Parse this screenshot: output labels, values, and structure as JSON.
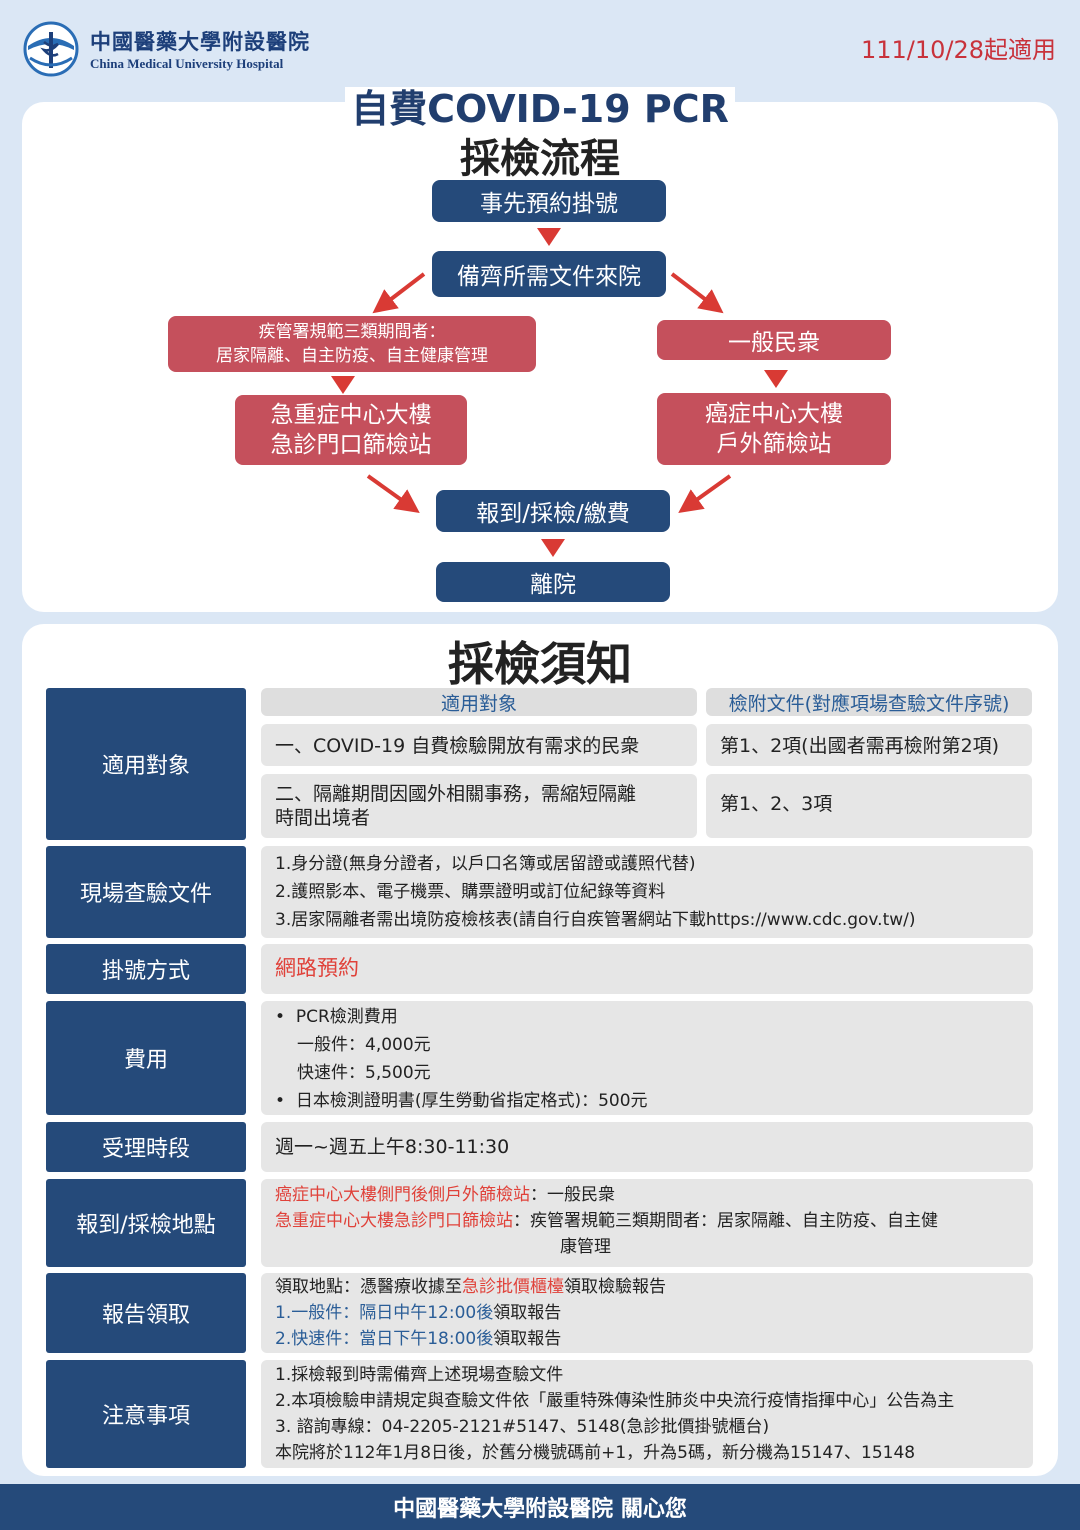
{
  "header": {
    "hospital_cn": "中國醫藥大學附設醫院",
    "hospital_en": "China Medical University Hospital",
    "effective_date": "111/10/28起適用"
  },
  "flow": {
    "title_line1": "自費COVID-19 PCR",
    "title_line2": "採檢流程",
    "step1": "事先預約掛號",
    "step2": "備齊所需文件來院",
    "left_group_line1": "疾管署規範三類期間者：",
    "left_group_line2": "居家隔離、自主防疫、自主健康管理",
    "left_site_line1": "急重症中心大樓",
    "left_site_line2": "急診門口篩檢站",
    "right_group": "一般民衆",
    "right_site_line1": "癌症中心大樓",
    "right_site_line2": "戶外篩檢站",
    "step3": "報到/採檢/繳費",
    "step4": "離院"
  },
  "notice": {
    "title": "採檢須知",
    "rows": {
      "target": {
        "label": "適用對象",
        "col1_header": "適用對象",
        "col2_header": "檢附文件(對應項場查驗文件序號)",
        "item1": "一、COVID-19 自費檢驗開放有需求的民衆",
        "item1_docs": "第1、2項(出國者需再檢附第2項)",
        "item2_line1": "二、隔離期間因國外相關事務，需縮短隔離",
        "item2_line2": "時間出境者",
        "item2_docs": "第1、2、3項"
      },
      "documents": {
        "label": "現場查驗文件",
        "line1": "1.身分證(無身分證者，以戶口名簿或居留證或護照代替)",
        "line2": "2.護照影本、電子機票、購票證明或訂位紀錄等資料",
        "line3": "3.居家隔離者需出境防疫檢核表(請自行自疾管署網站下載https://www.cdc.gov.tw/)"
      },
      "registration": {
        "label": "掛號方式",
        "value": "網路預約"
      },
      "fee": {
        "label": "費用",
        "line1": "PCR檢測費用",
        "line2": "一般件：4,000元",
        "line3": "快速件：5,500元",
        "line4": "日本檢測證明書(厚生勞動省指定格式)：500元"
      },
      "hours": {
        "label": "受理時段",
        "value": "週一~週五上午8:30-11:30"
      },
      "location": {
        "label": "報到/採檢地點",
        "line1_red": "癌症中心大樓側門後側戶外篩檢站",
        "line1_rest": "：一般民衆",
        "line2_red": "急重症中心大樓急診門口篩檢站",
        "line2_rest": "：疾管署規範三類期間者：居家隔離、自主防疫、自主健",
        "line3": "康管理"
      },
      "report": {
        "label": "報告領取",
        "line1_a": "領取地點：憑醫療收據至",
        "line1_red": "急診批價櫃檯",
        "line1_b": "領取檢驗報告",
        "line2_blue": "1.一般件：隔日中午12:00後",
        "line2_rest": "領取報告",
        "line3_blue": "2.快速件：當日下午18:00後",
        "line3_rest": "領取報告"
      },
      "notes": {
        "label": "注意事項",
        "line1": "1.採檢報到時需備齊上述現場查驗文件",
        "line2": "2.本項檢驗申請規定與查驗文件依「嚴重特殊傳染性肺炎中央流行疫情指揮中心」公告為主",
        "line3": "3. 諮詢專線：04-2205-2121#5147、5148(急診批價掛號櫃台)",
        "line4": "本院將於112年1月8日後，於舊分機號碼前+1，升為5碼，新分機為15147、15148"
      }
    }
  },
  "footer": {
    "text": "中國醫藥大學附設醫院 關心您"
  },
  "colors": {
    "navy": "#254a7a",
    "red": "#c5505c",
    "alert_red": "#e0423a",
    "background": "#dbe7f5"
  }
}
